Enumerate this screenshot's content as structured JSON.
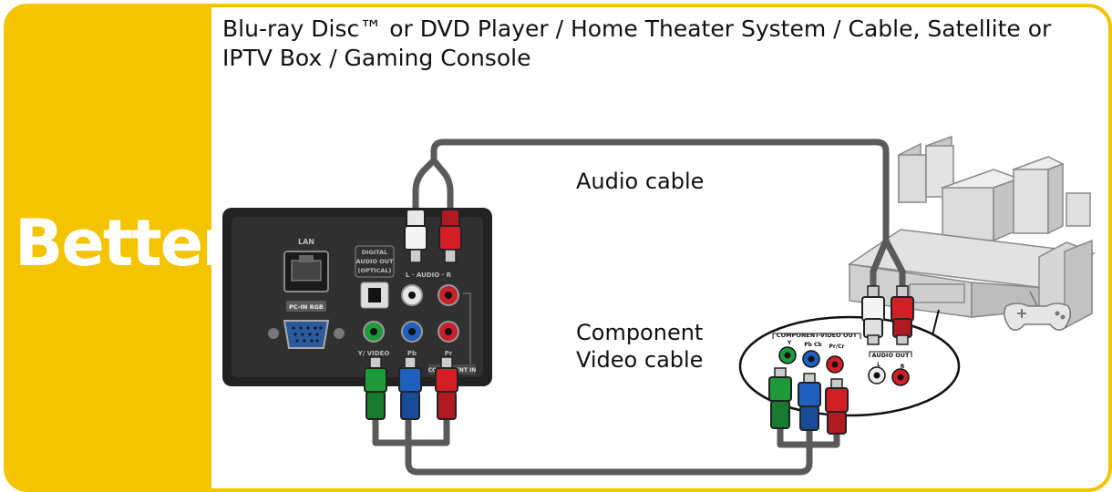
{
  "side_label": "Better",
  "title": "Blu-ray Disc™ or DVD Player / Home Theater System / Cable, Satellite or IPTV Box / Gaming Console",
  "cables": {
    "audio": "Audio cable",
    "component": "Component Video cable"
  },
  "tv_panel": {
    "lan": "LAN",
    "digital_audio": [
      "DIGITAL",
      "AUDIO OUT",
      "(OPTICAL)"
    ],
    "audio_in": "L · AUDIO · R",
    "pc_in": "PC-IN RGB",
    "y_video": "Y/ VIDEO",
    "pb": "Pb",
    "pr": "Pr",
    "component_in": "COMPONENT IN"
  },
  "device_panel": {
    "component_out": "COMPONENT-VIDEO OUT",
    "y": "Y",
    "pb_cb": "Pb Cb",
    "pr_cr": "Pr/Cr",
    "audio_out": "AUDIO OUT",
    "l": "L",
    "r": "R"
  },
  "colors": {
    "yellow": "#f5c400",
    "green": "#1e9a3a",
    "blue": "#1f5fbf",
    "red": "#d21f26",
    "white": "#f4f4f4",
    "cable": "#5a5a5a"
  }
}
